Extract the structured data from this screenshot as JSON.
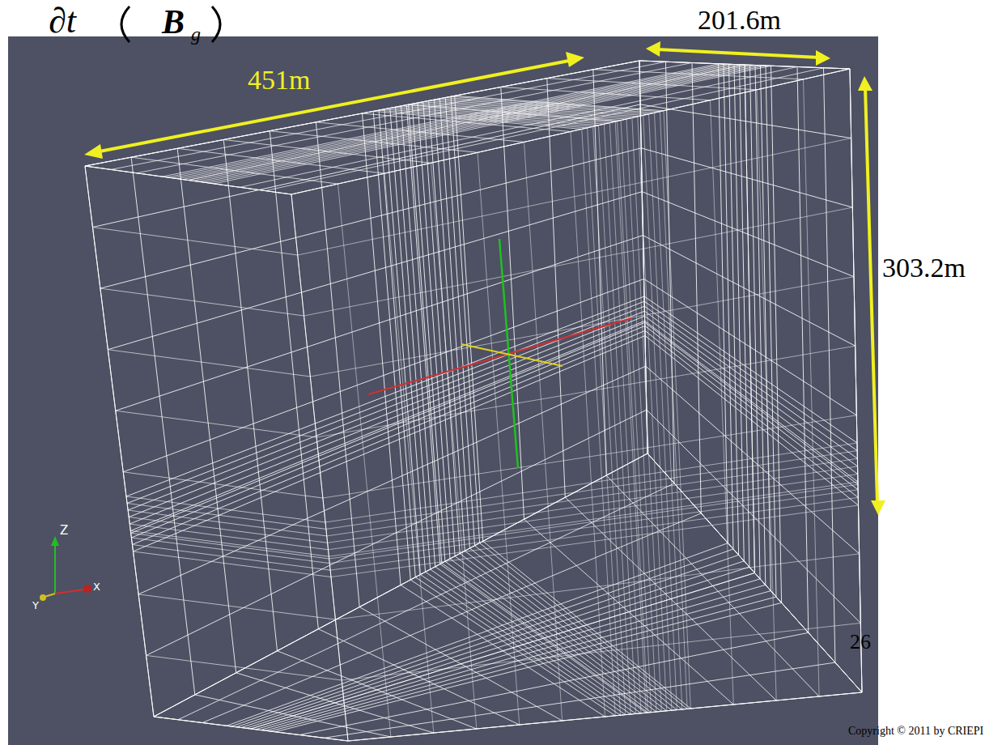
{
  "diagram": {
    "labels": [
      "∂t",
      "B",
      "g",
      "201.6m",
      "451m",
      "303.2m",
      "26",
      "Z",
      "Y",
      "X",
      "Copyright © 2011 by CRIEPI"
    ]
  }
}
